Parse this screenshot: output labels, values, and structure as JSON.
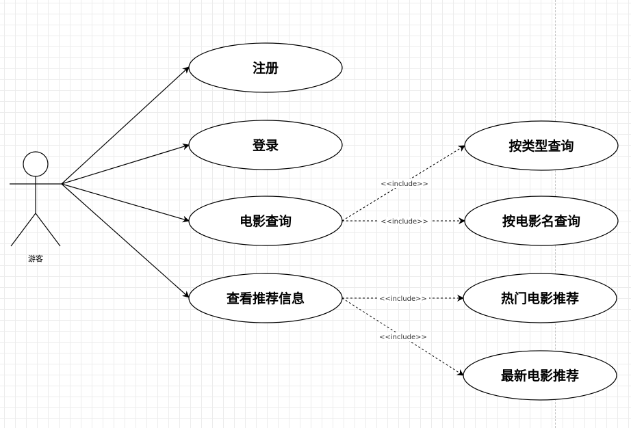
{
  "actor": {
    "name": "游客"
  },
  "use_cases": {
    "register": "注册",
    "login": "登录",
    "movie_query": "电影查询",
    "view_recommendations": "查看推荐信息",
    "query_by_type": "按类型查询",
    "query_by_name": "按电影名查询",
    "hot_movies": "热门电影推荐",
    "new_movies": "最新电影推荐"
  },
  "relations": {
    "include_label": "<<include>>"
  },
  "style": {
    "line_color": "#000000",
    "ellipse_fill": "#ffffff",
    "grid_color": "#ececec"
  }
}
